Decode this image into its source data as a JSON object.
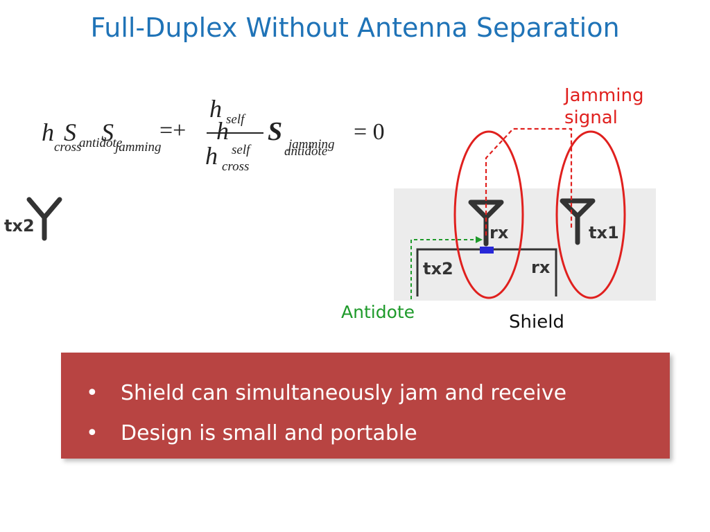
{
  "title": "Full-Duplex Without Antenna Separation",
  "equation": {
    "h": "h",
    "h_sub": "cross",
    "S1": "S",
    "S1_sub": "antidote",
    "S2": "S",
    "S2_sub": "jamming",
    "equals_plus": "=+",
    "num_h": "h",
    "num_sub": "self",
    "mid_h": "h",
    "mid_sub": "self",
    "den_h": "h",
    "den_sub": "cross",
    "S3": "S",
    "S3_sub_top": "jamming",
    "S3_sub_bottom": "antidote",
    "rhs": "= 0"
  },
  "left_antenna_label": "tx2",
  "diagram": {
    "rx_label": "rx",
    "tx1_label": "tx1",
    "tx2_label": "tx2",
    "rx_inner_label": "rx",
    "jamming_label_line1": "Jamming",
    "jamming_label_line2": "signal",
    "antidote_label": "Antidote",
    "shield_label": "Shield"
  },
  "callout": {
    "bullets": [
      "Shield can simultaneously jam and receive",
      "Design is small and portable"
    ]
  },
  "colors": {
    "title": "#1f73b7",
    "jamming": "#e0201e",
    "antidote": "#1e9a2a",
    "callout_bg": "#b84442",
    "device_bg": "#ececec",
    "antenna": "#333333",
    "rx_marker": "#2828d8"
  }
}
